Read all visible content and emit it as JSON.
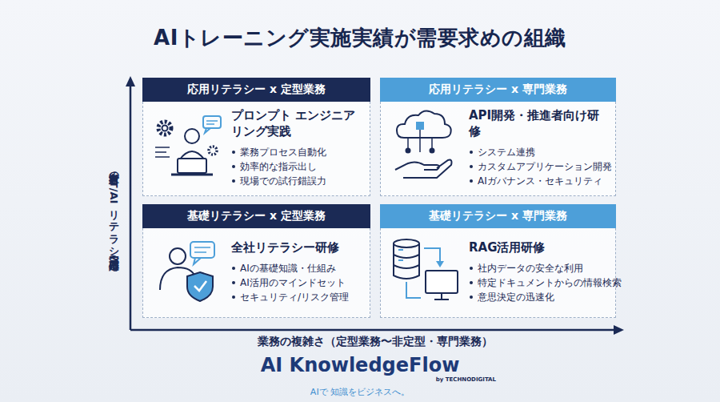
{
  "diagram": {
    "title": "AIトレーニング実施実績が需要求めの組織",
    "nodes": [
      {
        "text": [
          "プロンプト エンジニアリング実践",
          "業務プロセス自動化",
          "効率的な指示出し",
          "現場での試行錯誤力"
        ]
      },
      {
        "text": [
          "応用リテラシー x 定型業務"
        ],
        "in": 0
      },
      {
        "text": [
          "API開発・推進者向け研修",
          "システム連携",
          "カスタムアプリケーション開発",
          "AIガバナンス・セキュリティ"
        ]
      },
      {
        "text": [
          "応用リテラシー x 専門業務"
        ],
        "in": 2
      },
      {
        "text": [
          "全社リテラシー研修",
          "AIの基礎知識・仕組み",
          "AI活用のマインドセット",
          "セキュリティ/リスク管理"
        ]
      },
      {
        "text": [
          "基礎リテラシー x 定型業務"
        ],
        "in": 4
      },
      {
        "text": [
          "RAG活用研修",
          "社内データの安全な利用",
          "特定ドキュメントからの情報検索",
          "意思決定の迅速化"
        ]
      },
      {
        "text": [
          "基礎リテラシー x 専門業務"
        ],
        "in": 6
      }
    ],
    "labels": [
      "対象者のIT/AIリテラシー（基礎〜応用）",
      "業務の複雑さ（定型業務〜非定型・専門業務）",
      "AI KnowledgeFlow",
      "by TECHNODIGITAL",
      "AIで 知識をビジネスへ。"
    ]
  }
}
